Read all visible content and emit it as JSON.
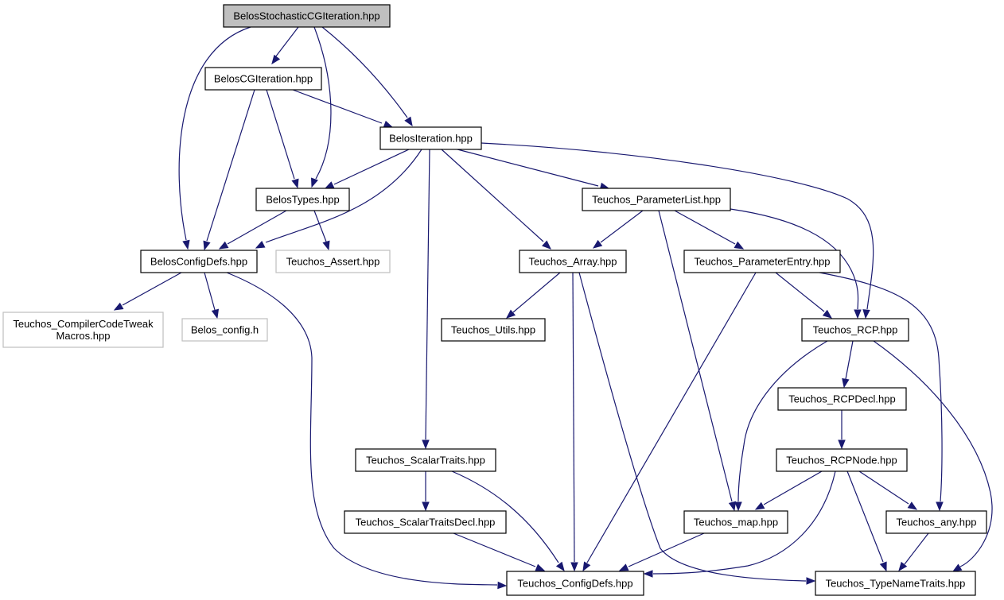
{
  "diagram": {
    "edge_color": "#191970",
    "node_styles": {
      "root": {
        "fill": "#bfbfbf",
        "stroke": "#000000"
      },
      "normal": {
        "fill": "#ffffff",
        "stroke": "#000000"
      },
      "external": {
        "fill": "#ffffff",
        "stroke": "#bfbfbf"
      }
    },
    "nodes": [
      {
        "id": "stochastic",
        "lines": [
          "BelosStochasticCGIteration.hpp"
        ],
        "style": "root"
      },
      {
        "id": "cgiter",
        "lines": [
          "BelosCGIteration.hpp"
        ],
        "style": "normal"
      },
      {
        "id": "iteration",
        "lines": [
          "BelosIteration.hpp"
        ],
        "style": "normal"
      },
      {
        "id": "types",
        "lines": [
          "BelosTypes.hpp"
        ],
        "style": "normal"
      },
      {
        "id": "paramlist",
        "lines": [
          "Teuchos_ParameterList.hpp"
        ],
        "style": "normal"
      },
      {
        "id": "configdefs",
        "lines": [
          "BelosConfigDefs.hpp"
        ],
        "style": "normal"
      },
      {
        "id": "assert",
        "lines": [
          "Teuchos_Assert.hpp"
        ],
        "style": "external"
      },
      {
        "id": "array",
        "lines": [
          "Teuchos_Array.hpp"
        ],
        "style": "normal"
      },
      {
        "id": "paramentry",
        "lines": [
          "Teuchos_ParameterEntry.hpp"
        ],
        "style": "normal"
      },
      {
        "id": "compiler",
        "lines": [
          "Teuchos_CompilerCodeTweak",
          "Macros.hpp"
        ],
        "style": "external"
      },
      {
        "id": "belosconfig",
        "lines": [
          "Belos_config.h"
        ],
        "style": "external"
      },
      {
        "id": "utils",
        "lines": [
          "Teuchos_Utils.hpp"
        ],
        "style": "normal"
      },
      {
        "id": "rcp",
        "lines": [
          "Teuchos_RCP.hpp"
        ],
        "style": "normal"
      },
      {
        "id": "rcpdecl",
        "lines": [
          "Teuchos_RCPDecl.hpp"
        ],
        "style": "normal"
      },
      {
        "id": "scalartraits",
        "lines": [
          "Teuchos_ScalarTraits.hpp"
        ],
        "style": "normal"
      },
      {
        "id": "rcpnode",
        "lines": [
          "Teuchos_RCPNode.hpp"
        ],
        "style": "normal"
      },
      {
        "id": "scalartraitsdecl",
        "lines": [
          "Teuchos_ScalarTraitsDecl.hpp"
        ],
        "style": "normal"
      },
      {
        "id": "map",
        "lines": [
          "Teuchos_map.hpp"
        ],
        "style": "normal"
      },
      {
        "id": "any",
        "lines": [
          "Teuchos_any.hpp"
        ],
        "style": "normal"
      },
      {
        "id": "teuchosconfig",
        "lines": [
          "Teuchos_ConfigDefs.hpp"
        ],
        "style": "normal"
      },
      {
        "id": "typename",
        "lines": [
          "Teuchos_TypeNameTraits.hpp"
        ],
        "style": "normal"
      }
    ],
    "edges": [
      {
        "from": "stochastic",
        "to": "cgiter"
      },
      {
        "from": "stochastic",
        "to": "configdefs"
      },
      {
        "from": "stochastic",
        "to": "types"
      },
      {
        "from": "stochastic",
        "to": "iteration"
      },
      {
        "from": "cgiter",
        "to": "iteration"
      },
      {
        "from": "cgiter",
        "to": "types"
      },
      {
        "from": "cgiter",
        "to": "configdefs"
      },
      {
        "from": "iteration",
        "to": "types"
      },
      {
        "from": "iteration",
        "to": "configdefs"
      },
      {
        "from": "iteration",
        "to": "paramlist"
      },
      {
        "from": "iteration",
        "to": "array"
      },
      {
        "from": "iteration",
        "to": "scalartraits"
      },
      {
        "from": "iteration",
        "to": "rcp"
      },
      {
        "from": "types",
        "to": "configdefs"
      },
      {
        "from": "types",
        "to": "assert"
      },
      {
        "from": "configdefs",
        "to": "compiler"
      },
      {
        "from": "configdefs",
        "to": "belosconfig"
      },
      {
        "from": "configdefs",
        "to": "teuchosconfig"
      },
      {
        "from": "paramlist",
        "to": "array"
      },
      {
        "from": "paramlist",
        "to": "paramentry"
      },
      {
        "from": "paramlist",
        "to": "rcp"
      },
      {
        "from": "paramlist",
        "to": "map"
      },
      {
        "from": "array",
        "to": "utils"
      },
      {
        "from": "array",
        "to": "teuchosconfig"
      },
      {
        "from": "array",
        "to": "typename"
      },
      {
        "from": "paramentry",
        "to": "rcp"
      },
      {
        "from": "paramentry",
        "to": "any"
      },
      {
        "from": "paramentry",
        "to": "teuchosconfig"
      },
      {
        "from": "rcp",
        "to": "rcpdecl"
      },
      {
        "from": "rcp",
        "to": "map"
      },
      {
        "from": "rcp",
        "to": "typename"
      },
      {
        "from": "rcpdecl",
        "to": "rcpnode"
      },
      {
        "from": "rcpnode",
        "to": "map"
      },
      {
        "from": "rcpnode",
        "to": "any"
      },
      {
        "from": "rcpnode",
        "to": "typename"
      },
      {
        "from": "rcpnode",
        "to": "teuchosconfig"
      },
      {
        "from": "scalartraits",
        "to": "scalartraitsdecl"
      },
      {
        "from": "scalartraits",
        "to": "teuchosconfig"
      },
      {
        "from": "scalartraitsdecl",
        "to": "teuchosconfig"
      },
      {
        "from": "map",
        "to": "teuchosconfig"
      },
      {
        "from": "any",
        "to": "typename"
      }
    ]
  }
}
